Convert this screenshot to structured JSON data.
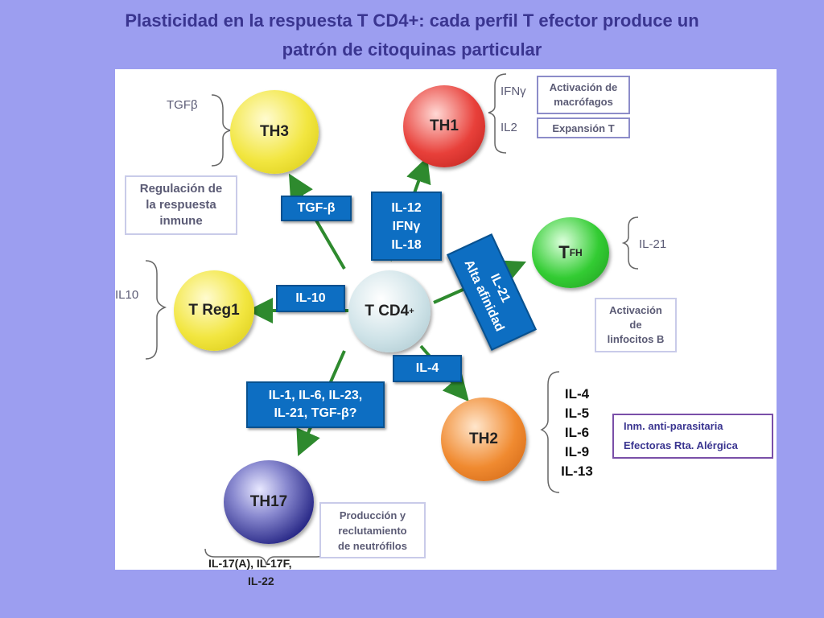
{
  "title": {
    "line1": "Plasticidad en la respuesta T CD4+: cada perfil T efector produce un",
    "line2": "patrón de citoquinas particular"
  },
  "cells": {
    "center": {
      "label": "T CD4",
      "sup": "+"
    },
    "th3": "TH3",
    "th1": "TH1",
    "tfh": {
      "main": "T",
      "sub": "FH"
    },
    "treg": "T Reg1",
    "th2": "TH2",
    "th17": "TH17"
  },
  "inducers": {
    "th3": "TGF-β",
    "th1": [
      "IL-12",
      "IFNγ",
      "IL-18"
    ],
    "tfh": [
      "IL-21",
      "Alta afinidad"
    ],
    "treg": "IL-10",
    "th2": "IL-4",
    "th17": [
      "IL-1, IL-6, IL-23,",
      "IL-21, TGF-β?"
    ]
  },
  "products": {
    "th3": "TGFβ",
    "th1": [
      "IFNγ",
      "IL2"
    ],
    "tfh": "IL-21",
    "treg": "IL10",
    "th2": [
      "IL-4",
      "IL-5",
      "IL-6",
      "IL-9",
      "IL-13"
    ],
    "th17": [
      "IL-17(A), IL-17F,",
      "IL-22"
    ]
  },
  "functions": {
    "th3": [
      "Regulación de",
      "la respuesta",
      "inmune"
    ],
    "th1_a": [
      "Activación de",
      "macrófagos"
    ],
    "th1_b": "Expansión T",
    "tfh": [
      "Activación",
      "de",
      "linfocitos B"
    ],
    "th2": [
      "Inm. anti-parasitaria",
      "Efectoras Rta. Alérgica"
    ],
    "th17": [
      "Producción y",
      "reclutamiento",
      "de neutrófilos"
    ]
  },
  "colors": {
    "background": "#9c9ef0",
    "title": "#3a3590",
    "arrow": "#2e8a2e",
    "inducer_box": "#0d6ec2",
    "th3": "#f2e640",
    "th1": "#e8403a",
    "tfh": "#33cc33",
    "treg": "#f2e640",
    "th2": "#f08a30",
    "th17": "#2a2a88",
    "center": "#cfe3e8"
  }
}
